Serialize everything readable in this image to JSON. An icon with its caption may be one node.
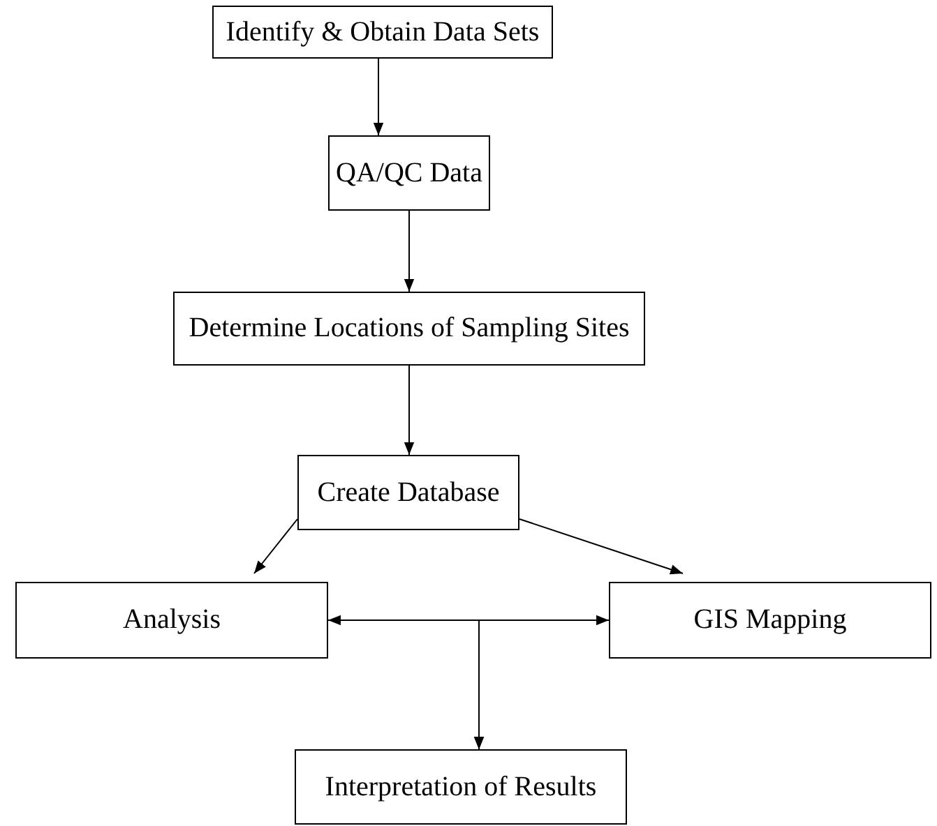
{
  "diagram": {
    "nodes": [
      {
        "text": [
          "Identify & Obtain Data Sets"
        ]
      },
      {
        "text": [
          "QA/QC Data"
        ]
      },
      {
        "text": [
          "Determine Locations of Sampling Sites"
        ]
      },
      {
        "text": [
          "Create Database"
        ]
      },
      {
        "text": [
          "Analysis"
        ]
      },
      {
        "text": [
          "GIS Mapping"
        ]
      },
      {
        "text": [
          "Interpretation of Results"
        ]
      }
    ],
    "edges": [
      {
        "from": 0,
        "to": 1,
        "arrow": "to"
      },
      {
        "from": 1,
        "to": 2,
        "arrow": "to"
      },
      {
        "from": 2,
        "to": 3,
        "arrow": "to"
      },
      {
        "from": 3,
        "to": 4,
        "arrow": "to"
      },
      {
        "from": 3,
        "to": 5,
        "arrow": "to"
      },
      {
        "from": 4,
        "to": 5,
        "arrow": "both"
      },
      {
        "from": 4,
        "to": 6,
        "arrow": "to"
      },
      {
        "from": 5,
        "to": 6,
        "arrow": "to"
      }
    ]
  }
}
